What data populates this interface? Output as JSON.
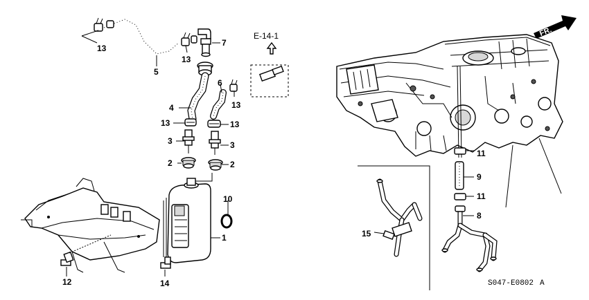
{
  "callouts": {
    "c13a": "13",
    "c5": "5",
    "c13b": "13",
    "c7": "7",
    "c6": "6",
    "c13c": "13",
    "c4": "4",
    "c13d": "13",
    "c13e": "13",
    "c3a": "3",
    "c3b": "3",
    "c2a": "2",
    "c2b": "2",
    "c10": "10",
    "c1": "1",
    "c12": "12",
    "c14": "14",
    "c11a": "11",
    "c9": "9",
    "c11b": "11",
    "c8": "8",
    "c15": "15"
  },
  "reference": "E-14-1",
  "direction_label": "FR.",
  "diagram_code": "S047-E0802",
  "diagram_code_suffix": "A",
  "colors": {
    "line": "#000000",
    "background": "#ffffff",
    "shade": "#d8d8d8"
  }
}
